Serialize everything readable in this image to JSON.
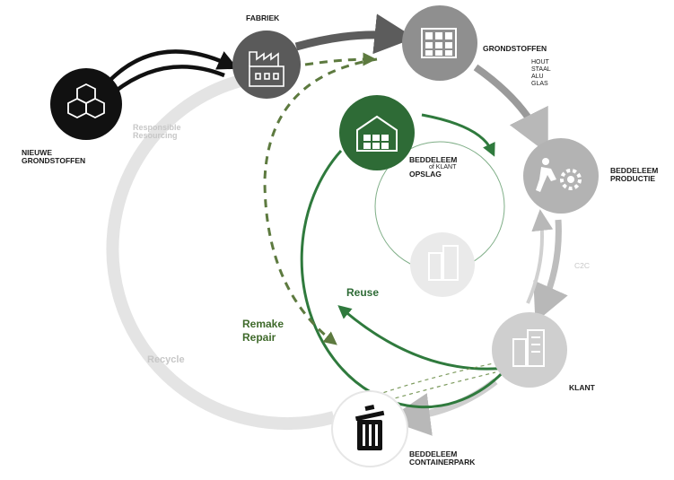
{
  "colors": {
    "dark": "#2b2b2b",
    "gray_node": "#8c8c8c",
    "light_ring": "#e2e2e2",
    "arrow_gray": "#b8b8b8",
    "green": "#2f7a3d",
    "dashed_green": "#5d7a3f"
  },
  "nodes": {
    "fabriek": "FABRIEK",
    "grondstoffen": "GRONDSTOFFEN",
    "grondstoffen_list": [
      "HOUT",
      "STAAL",
      "ALU",
      "GLAS"
    ],
    "nieuwe_1": "NIEUWE",
    "nieuwe_2": "GRONDSTOFFEN",
    "productie_1": "BEDDELEEM",
    "productie_2": "PRODUCTIE",
    "opslag_1": "BEDDELEEM",
    "opslag_of": "of KLANT",
    "opslag_2": "OPSLAG",
    "klant": "KLANT",
    "container_1": "BEDDELEEM",
    "container_2": "CONTAINERPARK"
  },
  "flows": {
    "responsible_1": "Responsible",
    "responsible_2": "Resourcing",
    "c2c": "C2C",
    "reuse": "Reuse",
    "remake": "Remake",
    "repair": "Repair",
    "recycle": "Recycle"
  },
  "icons": {
    "fabriek": "factory-icon",
    "grondstoffen": "materials-grid-icon",
    "nieuwe": "cubes-icon",
    "productie": "worker-gear-icon",
    "opslag": "warehouse-icon",
    "klant": "buildings-icon",
    "container": "trash-bin-icon"
  }
}
